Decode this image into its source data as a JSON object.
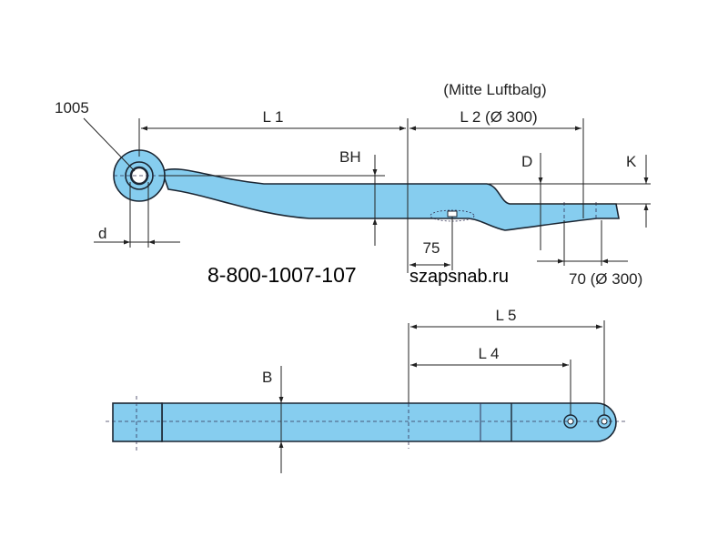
{
  "colors": {
    "part_fill": "#86cdef",
    "line": "#1b2633"
  },
  "side_view": {
    "part_number_label": "1005",
    "l1": "L 1",
    "l2_note": "(Mitte Luftbalg)",
    "l2": "L 2 (Ø 300)",
    "bh": "BH",
    "d_upper": "D",
    "k": "K",
    "d_eye": "d",
    "dim_75": "75",
    "dim_70": "70 (Ø 300)"
  },
  "contact": {
    "phone": "8-800-1007-107",
    "website": "szapsnab.ru"
  },
  "top_view": {
    "b": "B",
    "l4": "L 4",
    "l5": "L 5"
  }
}
